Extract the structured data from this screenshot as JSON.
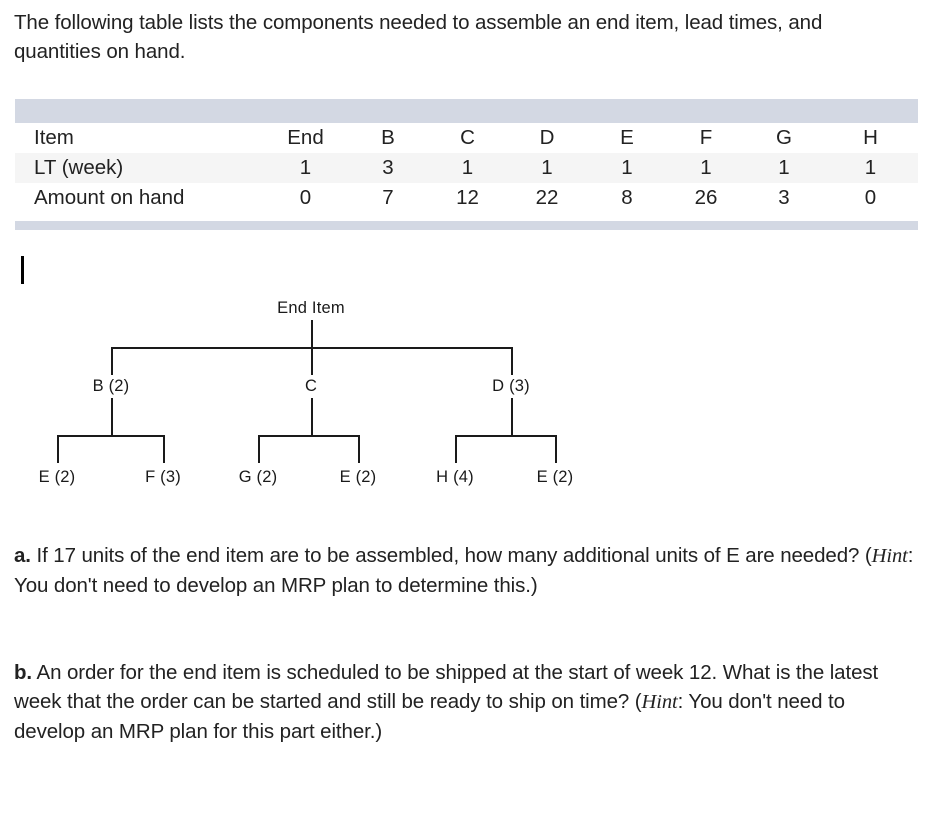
{
  "intro": {
    "text": "The following table lists the components needed to assemble an end item, lead times, and quantities on hand."
  },
  "table": {
    "row_labels": [
      "Item",
      "LT (week)",
      "Amount on hand"
    ],
    "columns": [
      "End",
      "B",
      "C",
      "D",
      "E",
      "F",
      "G",
      "H"
    ],
    "lead_times": [
      "1",
      "3",
      "1",
      "1",
      "1",
      "1",
      "1",
      "1"
    ],
    "amount_on_hand": [
      "0",
      "7",
      "12",
      "22",
      "8",
      "26",
      "3",
      "0"
    ],
    "header_bar_color": "#d3d8e3",
    "stripe_color": "#f5f5f5"
  },
  "tree": {
    "root": "End Item",
    "level1": [
      "B (2)",
      "C",
      "D (3)"
    ],
    "level2": [
      "E (2)",
      "F (3)",
      "G (2)",
      "E (2)",
      "H (4)",
      "E (2)"
    ],
    "line_color": "#1a1a1a"
  },
  "questions": {
    "a": {
      "marker": "a.",
      "part1": " If 17 units of the end item are to be assembled, how many additional units of E are needed? (",
      "hint": "Hint",
      "part2": ": You don't need to develop an MRP plan to determine this.)"
    },
    "b": {
      "marker": "b.",
      "part1": " An order for the end item is scheduled to be shipped at the start of week 12. What is the latest week that the order can be started and still be ready to ship on time? (",
      "hint": "Hint",
      "part2": ": You don't need to develop an MRP plan for this part either.)"
    }
  },
  "caret": {
    "name": "text-cursor"
  }
}
